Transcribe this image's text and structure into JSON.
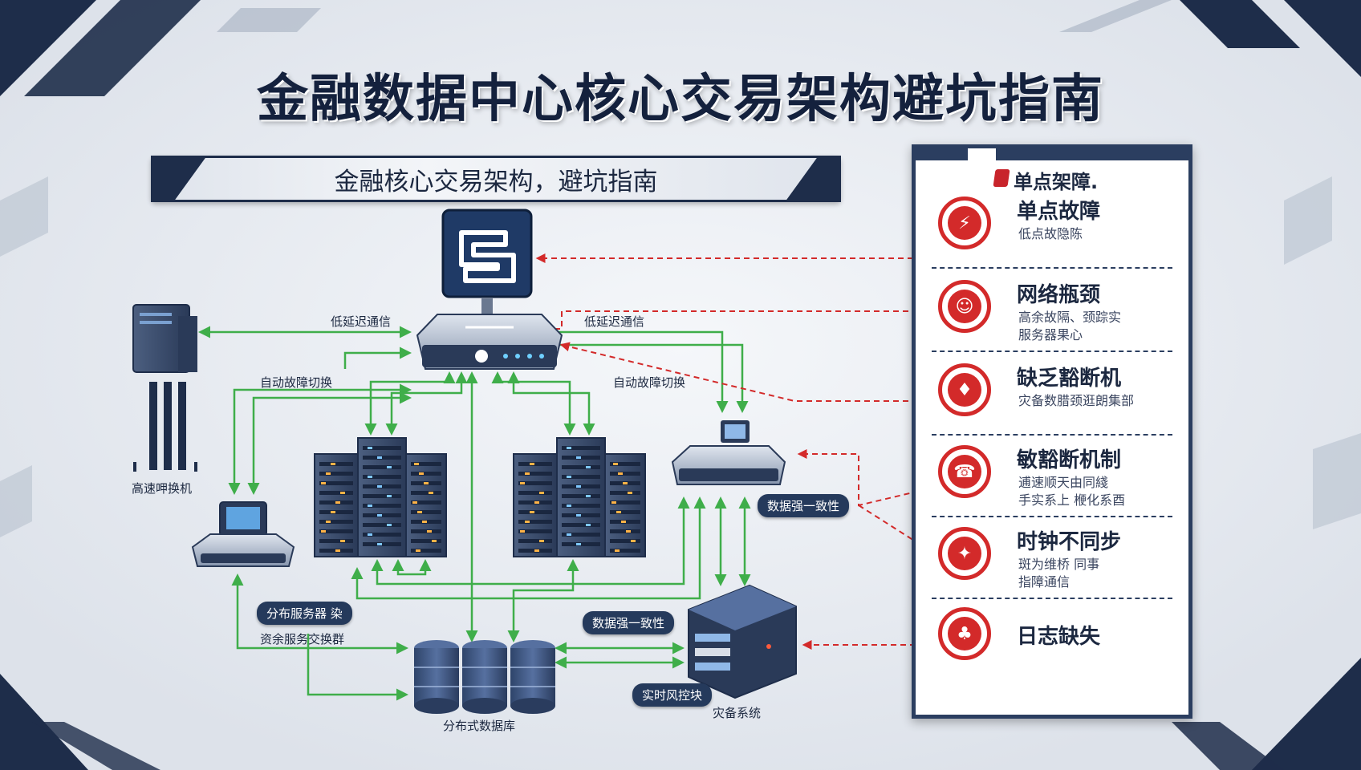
{
  "title": "金融数据中心核心交易架构避坑指南",
  "subtitle": "金融核心交易架构，避坑指南",
  "colors": {
    "navy": "#1e2d4a",
    "accent_red": "#d32a2a",
    "link_green": "#3fae4a",
    "pill_bg": "#253a5c"
  },
  "diagram": {
    "labels": {
      "low_latency_left": "低延迟通信",
      "low_latency_right": "低延迟通信",
      "auto_failover_left": "自动故障切换",
      "auto_failover_right": "自动故障切换",
      "high_speed_switch": "高速呷换机",
      "redundant_cluster": "资余服务交换群",
      "distributed_db": "分布式数据库",
      "disaster_system": "灾备系统"
    },
    "pills": {
      "distributed_server": "分布服务器 染",
      "strong_consistency_right": "数据强一致性",
      "strong_consistency_bottom": "数据强一致性",
      "realtime_risk": "实时风控块"
    }
  },
  "risk_panel": {
    "header": "单点架障.",
    "items": [
      {
        "title": "单点故障",
        "desc": [
          "低点故隐陈"
        ],
        "icon": "power-plug-icon"
      },
      {
        "title": "网络瓶颈",
        "desc": [
          "高余故隔、颈踪实",
          "服务器果心"
        ],
        "icon": "engineer-icon"
      },
      {
        "title": "缺乏豁断机",
        "desc": [
          "灾备数腊颈逛朗集部"
        ],
        "icon": "team-icon"
      },
      {
        "title": "敏豁断机制",
        "desc": [
          "逋速顺天由同綫",
          "手实系上 楩化系酉"
        ],
        "icon": "operator-icon"
      },
      {
        "title": "时钟不同步",
        "desc": [
          "斑为维桥 同事",
          "指障通信"
        ],
        "icon": "megaphone-icon"
      },
      {
        "title": "日志缺失",
        "desc": [],
        "icon": "group-icon"
      }
    ]
  }
}
